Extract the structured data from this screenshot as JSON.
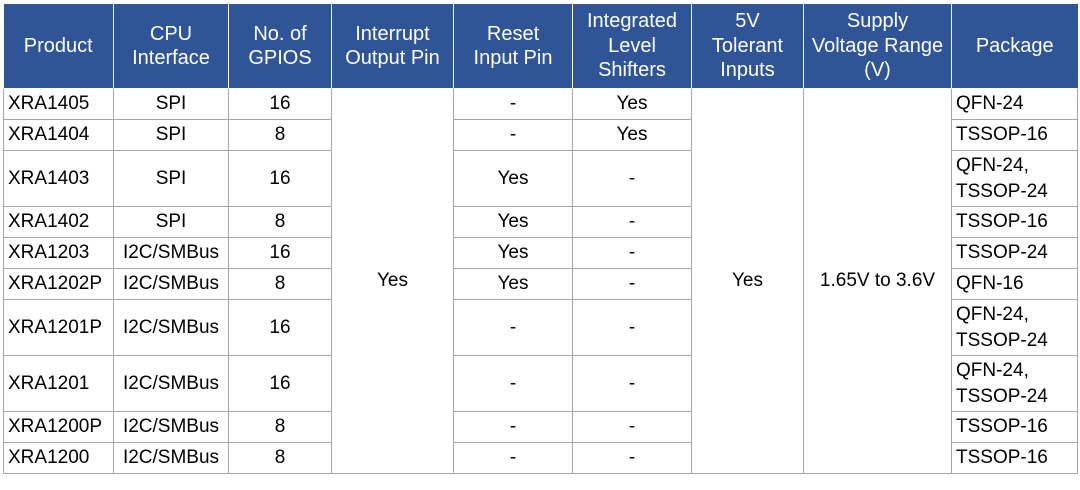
{
  "table": {
    "name": "gpio-expander-product-selector",
    "columns": [
      {
        "key": "product",
        "label": "Product"
      },
      {
        "key": "cpu",
        "label": "CPU\nInterface"
      },
      {
        "key": "gpios",
        "label": "No. of\nGPIOS"
      },
      {
        "key": "interrupt",
        "label": "Interrupt\nOutput Pin"
      },
      {
        "key": "reset",
        "label": "Reset\nInput Pin"
      },
      {
        "key": "levelshift",
        "label": "Integrated\nLevel\nShifters"
      },
      {
        "key": "tolerant",
        "label": "5V\nTolerant\nInputs"
      },
      {
        "key": "supply",
        "label": "Supply\nVoltage Range\n(V)"
      },
      {
        "key": "package",
        "label": "Package"
      }
    ],
    "merged_cells": {
      "interrupt_all": "Yes",
      "tolerant_all": "Yes",
      "supply_all": "1.65V to 3.6V"
    },
    "rows": [
      {
        "product": "XRA1405",
        "cpu": "SPI",
        "gpios": "16",
        "reset": "-",
        "levelshift": "Yes",
        "package": [
          "QFN-24"
        ],
        "tall": false
      },
      {
        "product": "XRA1404",
        "cpu": "SPI",
        "gpios": "8",
        "reset": "-",
        "levelshift": "Yes",
        "package": [
          "TSSOP-16"
        ],
        "tall": false
      },
      {
        "product": "XRA1403",
        "cpu": "SPI",
        "gpios": "16",
        "reset": "Yes",
        "levelshift": "-",
        "package": [
          "QFN-24,",
          "TSSOP-24"
        ],
        "tall": true
      },
      {
        "product": "XRA1402",
        "cpu": "SPI",
        "gpios": "8",
        "reset": "Yes",
        "levelshift": "-",
        "package": [
          "TSSOP-16"
        ],
        "tall": false
      },
      {
        "product": "XRA1203",
        "cpu": "I2C/SMBus",
        "gpios": "16",
        "reset": "Yes",
        "levelshift": "-",
        "package": [
          "TSSOP-24"
        ],
        "tall": false
      },
      {
        "product": "XRA1202P",
        "cpu": "I2C/SMBus",
        "gpios": "8",
        "reset": "Yes",
        "levelshift": "-",
        "package": [
          "QFN-16"
        ],
        "tall": false
      },
      {
        "product": "XRA1201P",
        "cpu": "I2C/SMBus",
        "gpios": "16",
        "reset": "-",
        "levelshift": "-",
        "package": [
          "QFN-24,",
          "TSSOP-24"
        ],
        "tall": true
      },
      {
        "product": "XRA1201",
        "cpu": "I2C/SMBus",
        "gpios": "16",
        "reset": "-",
        "levelshift": "-",
        "package": [
          "QFN-24,",
          "TSSOP-24"
        ],
        "tall": true
      },
      {
        "product": "XRA1200P",
        "cpu": "I2C/SMBus",
        "gpios": "8",
        "reset": "-",
        "levelshift": "-",
        "package": [
          "TSSOP-16"
        ],
        "tall": false
      },
      {
        "product": "XRA1200",
        "cpu": "I2C/SMBus",
        "gpios": "8",
        "reset": "-",
        "levelshift": "-",
        "package": [
          "TSSOP-16"
        ],
        "tall": false
      }
    ]
  },
  "colors": {
    "header_background": "#2F5597",
    "header_text": "#FFFFFF",
    "cell_border": "#A6A6A6",
    "cell_text": "#000000",
    "page_background": "#FFFFFF"
  }
}
